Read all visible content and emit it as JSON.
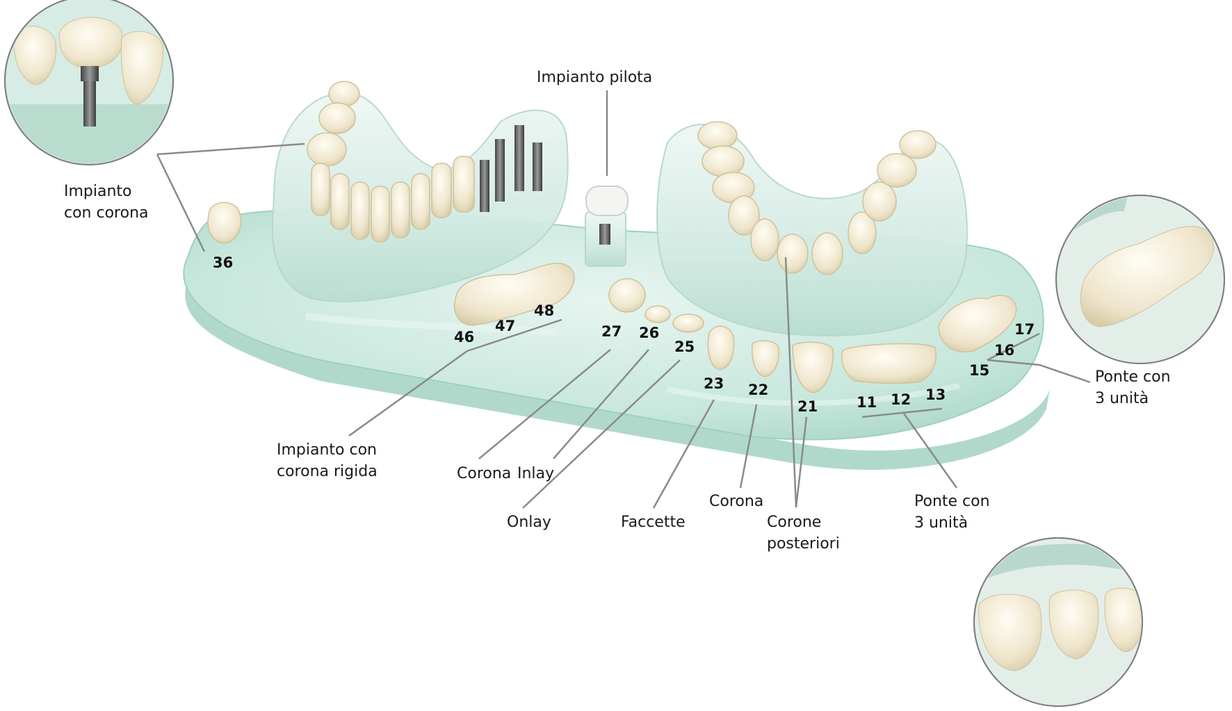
{
  "labels": {
    "impianto_pilota": "Impianto pilota",
    "impianto_con_corona": [
      "Impianto",
      "con corona"
    ],
    "ponte_top": [
      "Ponte con",
      "3 unità"
    ],
    "impianto_rigida": [
      "Impianto con",
      "corona rigida"
    ],
    "corona_left": "Corona",
    "inlay": "Inlay",
    "onlay": "Onlay",
    "faccette": "Faccette",
    "corona_mid": "Corona",
    "corone_posteriori": [
      "Corone",
      "posteriori"
    ],
    "ponte_bottom": [
      "Ponte con",
      "3 unità"
    ]
  },
  "tooth_numbers": {
    "n36": "36",
    "n46": "46",
    "n47": "47",
    "n48": "48",
    "n27": "27",
    "n26": "26",
    "n25": "25",
    "n23": "23",
    "n22": "22",
    "n21": "21",
    "n11": "11",
    "n12": "12",
    "n13": "13",
    "n15": "15",
    "n16": "16",
    "n17": "17"
  },
  "colors": {
    "base_glass": "#bfe3d7",
    "base_edge": "#9fd0c0",
    "acrylic": "#dbeee8",
    "tooth": "#efe7cf",
    "leader_line": "#8a8a8a",
    "text": "#1a1a1a"
  }
}
